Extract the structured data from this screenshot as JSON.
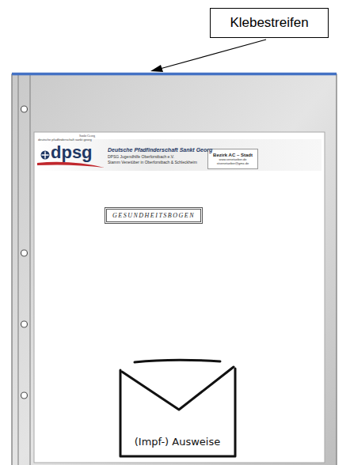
{
  "diagram": {
    "nodes": [
      {
        "text": [
          "Klebestreifen"
        ]
      },
      {
        "text": [
          "Bezirk AC – Stadt",
          "www.venetueber.de",
          "stvenetueber@gmx.de"
        ]
      },
      {
        "text": [
          "GESUNDHEITSBOGEN"
        ]
      },
      {
        "text": [
          "(Impf-) Ausweise"
        ]
      }
    ],
    "labels": [
      "Sankt Georg",
      "deutsche pfadfinderschaft sankt georg",
      "dpsg",
      "Deutsche Pfadfinderschaft Sankt Georg",
      "DPSG Jugendhilfe Oberforstbach e.V.",
      "Stamm Venetüber in Oberforstbach & Schleckheim"
    ]
  }
}
